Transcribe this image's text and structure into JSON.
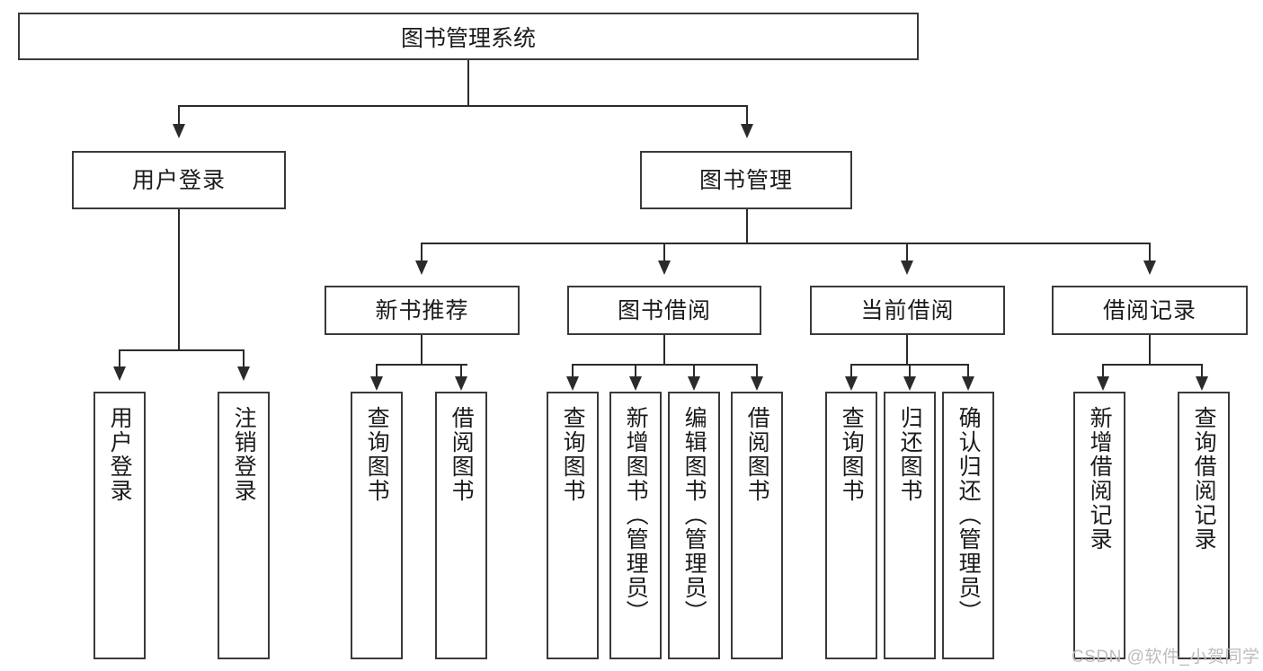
{
  "diagram": {
    "title": "图书管理系统",
    "root": {
      "label": "图书管理系统"
    },
    "level2": [
      {
        "label": "用户登录"
      },
      {
        "label": "图书管理"
      }
    ],
    "level3": [
      {
        "label": "新书推荐"
      },
      {
        "label": "图书借阅"
      },
      {
        "label": "当前借阅"
      },
      {
        "label": "借阅记录"
      }
    ],
    "leaves": {
      "user_login": [
        {
          "label": "用户登录"
        },
        {
          "label": "注销登录"
        }
      ],
      "new_book_recommend": [
        {
          "label": "查询图书"
        },
        {
          "label": "借阅图书"
        }
      ],
      "book_borrow": [
        {
          "label": "查询图书"
        },
        {
          "label": "新增图书（管理员）"
        },
        {
          "label": "编辑图书（管理员）"
        },
        {
          "label": "借阅图书"
        }
      ],
      "current_borrow": [
        {
          "label": "查询图书"
        },
        {
          "label": "归还图书"
        },
        {
          "label": "确认归还（管理员）"
        }
      ],
      "borrow_record": [
        {
          "label": "新增借阅记录"
        },
        {
          "label": "查询借阅记录"
        }
      ]
    }
  },
  "watermark": {
    "text": "CSDN @软件_小贺同学"
  },
  "colors": {
    "box_border": "#3a3a3a",
    "line": "#2b2b2b",
    "text": "#1b1b1b",
    "background": "#ffffff",
    "watermark": "#bdbdbd"
  }
}
